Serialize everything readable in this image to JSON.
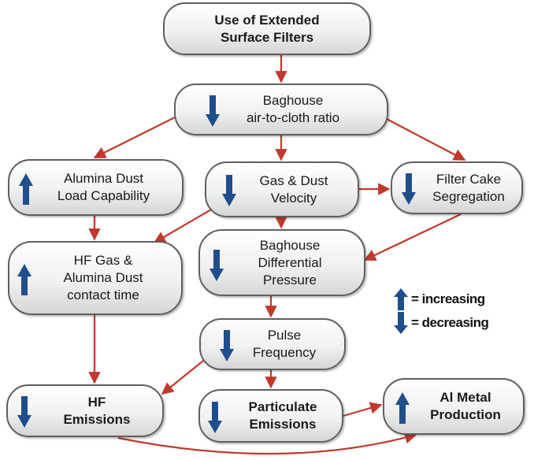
{
  "colors": {
    "connector": "#c0392b",
    "arrow_icon": "#1f4e8c",
    "node_border": "#5f5f5f"
  },
  "nodes": {
    "extended_filters": {
      "line1": "Use of Extended",
      "line2": "Surface Filters"
    },
    "air_to_cloth": {
      "line1": "Baghouse",
      "line2": "air-to-cloth ratio",
      "direction": "decreasing"
    },
    "alumina_load": {
      "line1": "Alumina Dust",
      "line2": "Load Capability",
      "direction": "increasing"
    },
    "gas_velocity": {
      "line1": "Gas & Dust",
      "line2": "Velocity",
      "direction": "decreasing"
    },
    "cake_segregation": {
      "line1": "Filter Cake",
      "line2": "Segregation",
      "direction": "decreasing"
    },
    "differential_pressure": {
      "line1": "Baghouse",
      "line2": "Differential",
      "line3": "Pressure",
      "direction": "decreasing"
    },
    "contact_time": {
      "line1": "HF Gas &",
      "line2": "Alumina Dust",
      "line3": "contact time",
      "direction": "increasing"
    },
    "pulse_frequency": {
      "line1": "Pulse",
      "line2": "Frequency",
      "direction": "decreasing"
    },
    "hf_emissions": {
      "line1": "HF",
      "line2": "Emissions",
      "direction": "decreasing"
    },
    "particulate_emissions": {
      "line1": "Particulate",
      "line2": "Emissions",
      "direction": "decreasing"
    },
    "al_production": {
      "line1": "Al Metal",
      "line2": "Production",
      "direction": "increasing"
    }
  },
  "legend": {
    "increasing": "= increasing",
    "decreasing": "= decreasing"
  }
}
